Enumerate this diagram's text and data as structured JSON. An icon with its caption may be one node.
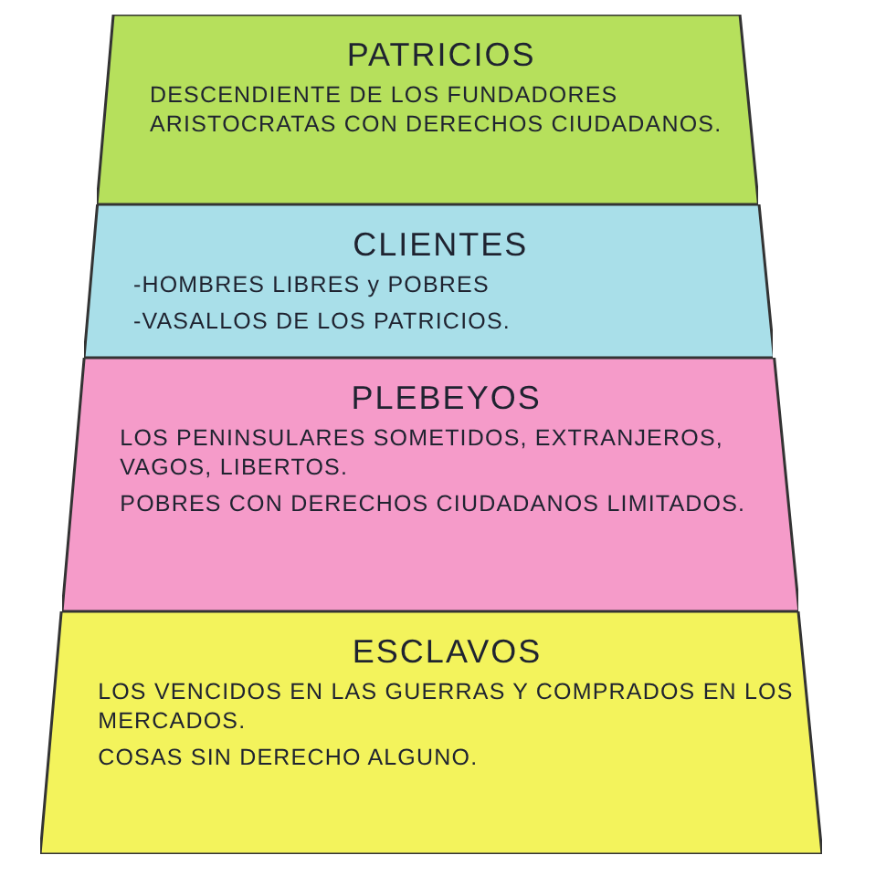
{
  "diagram": {
    "nodes": [
      {
        "text": [
          "PATRICIOS",
          "DESCENDIENTE DE LOS FUNDADORES ARISTOCRATAS CON DERECHOS CIUDADANOS."
        ]
      },
      {
        "text": [
          "CLIENTES",
          "-HOMBRES LIBRES y POBRES",
          "-VASALLOS DE LOS PATRICIOS."
        ]
      },
      {
        "text": [
          "PLEBEYOS",
          "LOS PENINSULARES SOMETIDOS, EXTRANJEROS, VAGOS, LIBERTOS.",
          "POBRES CON DERECHOS CIUDADANOS LIMITADOS."
        ]
      },
      {
        "text": [
          "ESCLAVOS",
          "LOS VENCIDOS EN LAS GUERRAS Y COMPRADOS EN LOS MERCADOS.",
          "COSAS SIN DERECHO ALGUNO."
        ]
      }
    ]
  }
}
